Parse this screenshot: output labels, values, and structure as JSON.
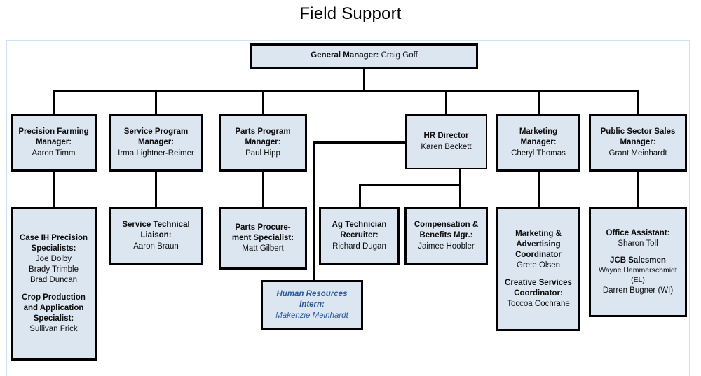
{
  "title": "Field Support",
  "theme": {
    "node_fill": "#dce6f1",
    "node_border": "#000000",
    "text": "#0d0d0d",
    "intern_text": "#2b5a9b",
    "frame": "#cfe3f5",
    "background": "#ffffff"
  },
  "nodes": {
    "general_manager": {
      "title": "General Manager:",
      "name": "Craig Goff"
    },
    "precision_farming_manager": {
      "title_line1": "Precision Farming",
      "title_line2": "Manager:",
      "name": "Aaron Timm"
    },
    "service_program_manager": {
      "title_line1": "Service Program",
      "title_line2": "Manager:",
      "name": "Irma Lightner-Reimer"
    },
    "parts_program_manager": {
      "title_line1": "Parts Program",
      "title_line2": "Manager:",
      "name": "Paul Hipp"
    },
    "hr_director": {
      "title": "HR Director",
      "name": "Karen Beckett"
    },
    "marketing_manager": {
      "title_line1": "Marketing",
      "title_line2": "Manager:",
      "name": "Cheryl Thomas"
    },
    "public_sector_sales_manager": {
      "title_line1": "Public Sector Sales",
      "title_line2": "Manager:",
      "name": "Grant Meinhardt"
    },
    "case_ih_precision_specialists": {
      "title_line1": "Case IH Precision",
      "title_line2": "Specialists:",
      "name1": "Joe Dolby",
      "name2": "Brady Trimble",
      "name3": "Brad Duncan",
      "title2_line1": "Crop Production",
      "title2_line2": "and Application",
      "title2_line3": "Specialist:",
      "name4": "Sullivan Frick"
    },
    "service_technical_liaison": {
      "title_line1": "Service Technical",
      "title_line2": "Liaison:",
      "name": "Aaron Braun"
    },
    "parts_procurement_specialist": {
      "title_line1": "Parts Procure-",
      "title_line2": "ment Specialist:",
      "name": "Matt Gilbert"
    },
    "ag_technician_recruiter": {
      "title_line1": "Ag Technician",
      "title_line2": "Recruiter:",
      "name": "Richard Dugan"
    },
    "compensation_benefits_mgr": {
      "title_line1": "Compensation &",
      "title_line2": "Benefits Mgr.:",
      "name": "Jaimee Hoobler"
    },
    "human_resources_intern": {
      "title_line1": "Human Resources",
      "title_line2": "Intern:",
      "name": "Makenzie Meinhardt"
    },
    "marketing_advertising_coordinator": {
      "title_line1": "Marketing &",
      "title_line2": "Advertising",
      "title_line3": "Coordinator",
      "name1": "Grete Olsen",
      "title2_line1": "Creative Services",
      "title2_line2": "Coordinator:",
      "name2": "Toccoa Cochrane"
    },
    "office_assistant": {
      "title": "Office Assistant:",
      "name1": "Sharon Toll",
      "title2": "JCB Salesmen",
      "name2_line1": "Wayne Hammerschmidt",
      "name2_line2": "(EL)",
      "name3": "Darren Bugner (WI)"
    }
  }
}
